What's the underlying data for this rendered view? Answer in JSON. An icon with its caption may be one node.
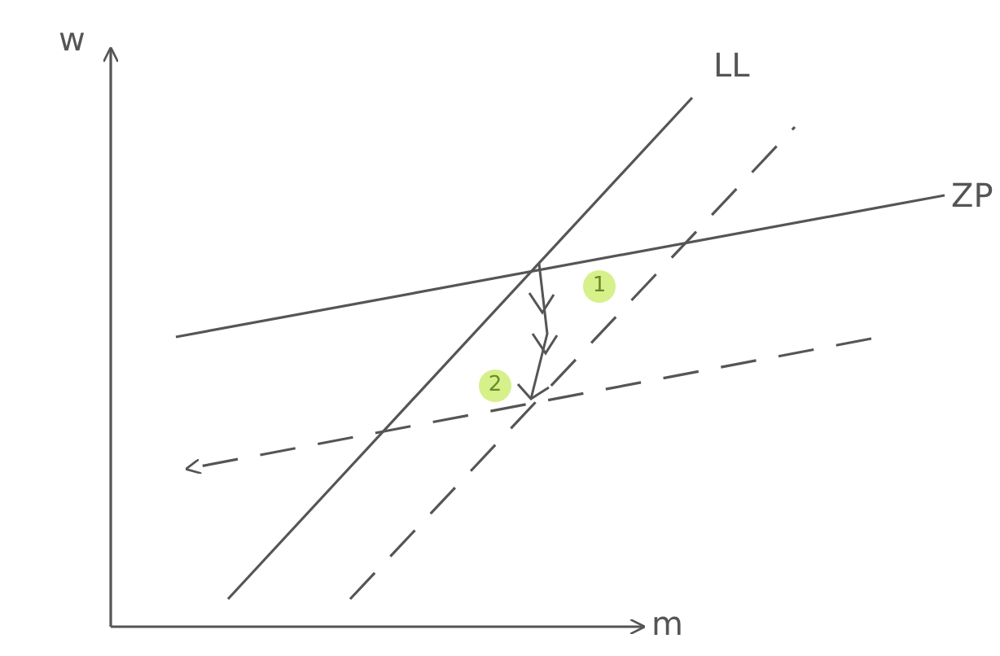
{
  "diagram": {
    "labels": [
      "w",
      "LL",
      "ZP",
      "1",
      "2",
      "m"
    ]
  }
}
